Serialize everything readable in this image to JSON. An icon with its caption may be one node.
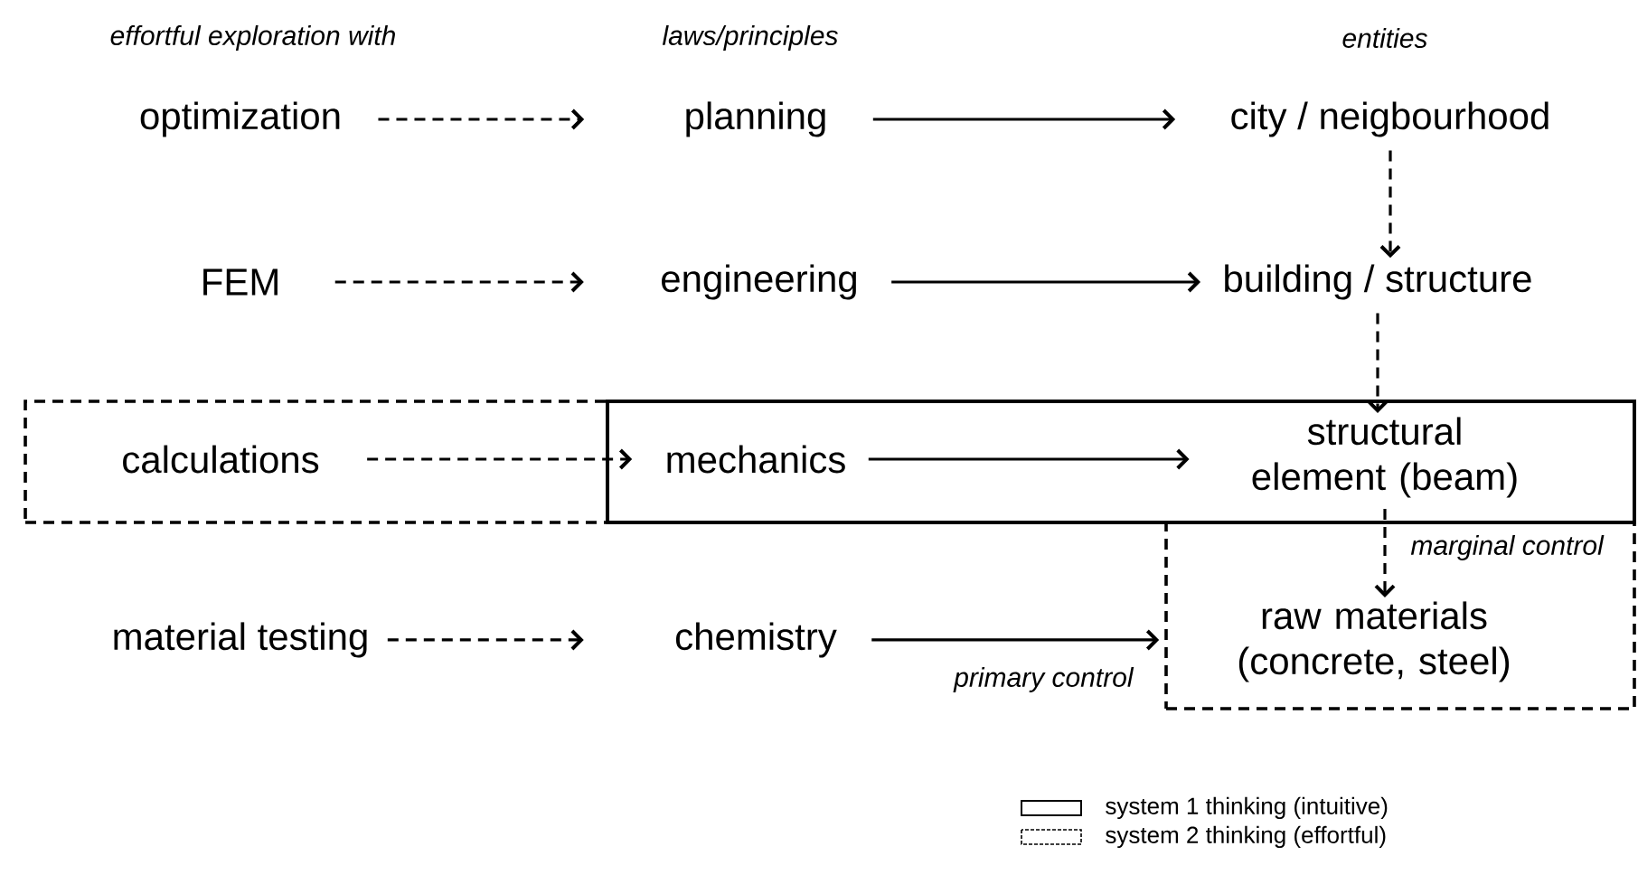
{
  "diagram": {
    "nodes": [
      {
        "text": [
          "optimization"
        ]
      },
      {
        "text": [
          "planning"
        ]
      },
      {
        "text": [
          "city / neigbourhood"
        ]
      },
      {
        "text": [
          "FEM"
        ]
      },
      {
        "text": [
          "engineering"
        ]
      },
      {
        "text": [
          "building / structure"
        ]
      },
      {
        "text": [],
        "shape": "box"
      },
      {
        "text": [
          "calculations"
        ],
        "in": 6
      },
      {
        "text": [],
        "shape": "box"
      },
      {
        "text": [
          "mechanics"
        ],
        "in": 8
      },
      {
        "text": [
          "structural element (beam)"
        ],
        "in": 8
      },
      {
        "text": [],
        "shape": "box"
      },
      {
        "text": [
          "material testing"
        ]
      },
      {
        "text": [
          "chemistry"
        ]
      },
      {
        "text": [
          "raw materials (concrete, steel)"
        ],
        "in": 11
      }
    ],
    "edges": [
      {
        "from": 0,
        "to": 1,
        "arrow": "to",
        "style": "dashed"
      },
      {
        "from": 1,
        "to": 2,
        "arrow": "to"
      },
      {
        "from": 2,
        "to": 5,
        "arrow": "to",
        "style": "dashed"
      },
      {
        "from": 3,
        "to": 4,
        "arrow": "to",
        "style": "dashed"
      },
      {
        "from": 4,
        "to": 5,
        "arrow": "to"
      },
      {
        "from": 5,
        "to": 10,
        "arrow": "to",
        "style": "dashed"
      },
      {
        "from": 7,
        "to": 9,
        "arrow": "to",
        "style": "dashed"
      },
      {
        "from": 9,
        "to": 10,
        "arrow": "to"
      },
      {
        "from": 10,
        "to": 14,
        "arrow": "to",
        "style": "dashed",
        "label": "marginal control"
      },
      {
        "from": 12,
        "to": 13,
        "arrow": "to",
        "style": "dashed"
      },
      {
        "from": 13,
        "to": 14,
        "arrow": "to",
        "label": "primary control"
      }
    ],
    "labels": [
      "effortful exploration with",
      "laws/principles",
      "entities"
    ],
    "legend": [
      {
        "text": "system 1 thinking (intuitive)"
      },
      {
        "text": "system 2 thinking (effortful)"
      }
    ]
  }
}
